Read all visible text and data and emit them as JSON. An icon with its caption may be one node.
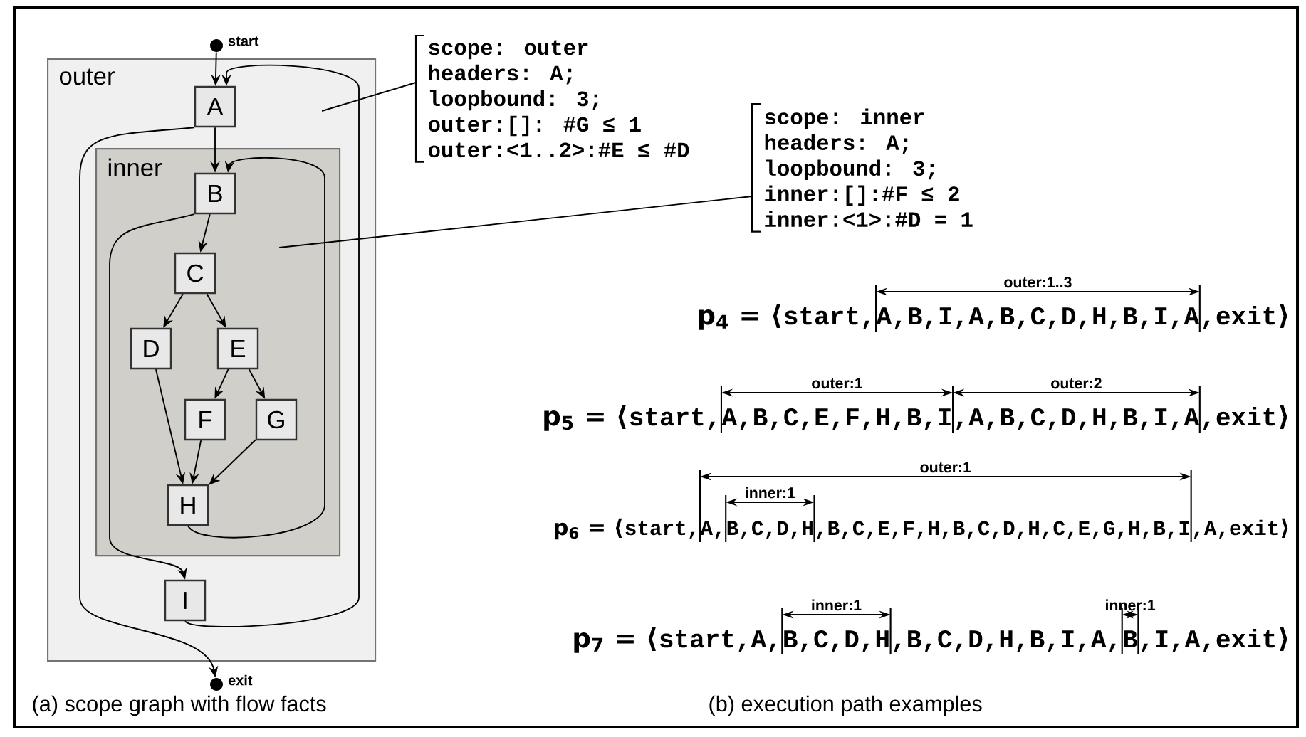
{
  "diagram": {
    "nodes": [
      {
        "text": [],
        "shape": "circle",
        "beside": [
          "start"
        ]
      },
      {
        "text": [
          "outer"
        ]
      },
      {
        "text": [
          "A"
        ],
        "in": 1
      },
      {
        "text": [
          "inner"
        ],
        "in": 1
      },
      {
        "text": [
          "B"
        ],
        "in": 3
      },
      {
        "text": [
          "C"
        ],
        "in": 3
      },
      {
        "text": [
          "D"
        ],
        "in": 3
      },
      {
        "text": [
          "E"
        ],
        "in": 3
      },
      {
        "text": [
          "F"
        ],
        "in": 3
      },
      {
        "text": [
          "G"
        ],
        "in": 3
      },
      {
        "text": [
          "H"
        ],
        "in": 3
      },
      {
        "text": [
          "I"
        ],
        "in": 1
      },
      {
        "text": [],
        "shape": "circle",
        "beside": [
          "exit"
        ]
      },
      {
        "text": [
          "scope: outer",
          "headers: A;",
          "loopbound: 3;",
          "outer:[]: #G ≤ 1",
          "outer:<1..2>:#E ≤ #D"
        ]
      },
      {
        "text": [
          "scope: inner",
          "headers: A;",
          "loopbound: 3;",
          "inner:[]:#F ≤ 2",
          "inner:<1>:#D = 1"
        ]
      }
    ],
    "edges": [
      {
        "from": 0,
        "to": 2,
        "arrow": "to"
      },
      {
        "from": 2,
        "to": 4,
        "arrow": "to"
      },
      {
        "from": 2,
        "to": 12,
        "arrow": "to"
      },
      {
        "from": 4,
        "to": 5,
        "arrow": "to"
      },
      {
        "from": 4,
        "to": 11,
        "arrow": "to"
      },
      {
        "from": 5,
        "to": 6,
        "arrow": "to"
      },
      {
        "from": 5,
        "to": 7,
        "arrow": "to"
      },
      {
        "from": 7,
        "to": 8,
        "arrow": "to"
      },
      {
        "from": 7,
        "to": 9,
        "arrow": "to"
      },
      {
        "from": 6,
        "to": 10,
        "arrow": "to"
      },
      {
        "from": 8,
        "to": 10,
        "arrow": "to"
      },
      {
        "from": 9,
        "to": 10,
        "arrow": "to"
      },
      {
        "from": 10,
        "to": 4,
        "arrow": "to"
      },
      {
        "from": 11,
        "to": 2,
        "arrow": "to"
      },
      {
        "from": 13,
        "to": 1,
        "arrow": "none"
      },
      {
        "from": 14,
        "to": 3,
        "arrow": "none"
      }
    ],
    "labels": [
      "outer:1..3",
      "p$_{4}$ = ⟨",
      "start,",
      "A,B,I,A,B,C,D,H,B,I,A",
      ",exit",
      "⟩",
      "outer:1",
      "outer:2",
      "p$_{5}$ = ⟨",
      "start,",
      "A,B,C,E,F,H,B,I",
      ",A,B,C,D,H,B,I,A",
      ",exit",
      "⟩",
      "outer:1",
      "inner:1",
      "p$_{6}$ = ⟨",
      "start,",
      "A,",
      "B,C,D,H",
      ",B,C,E,F,H,B,C,D,H,C,E,G,H,B,I",
      ",A,exit",
      "⟩",
      "inner:1",
      "inner:1",
      "p$_{7}$ = ⟨",
      "start,A,",
      "B,C,D,H",
      ",B,C,D,H,B,I,A,",
      "B",
      ",I,A,exit",
      "⟩",
      "(a) scope graph with flow facts",
      "(b) execution path examples"
    ]
  }
}
